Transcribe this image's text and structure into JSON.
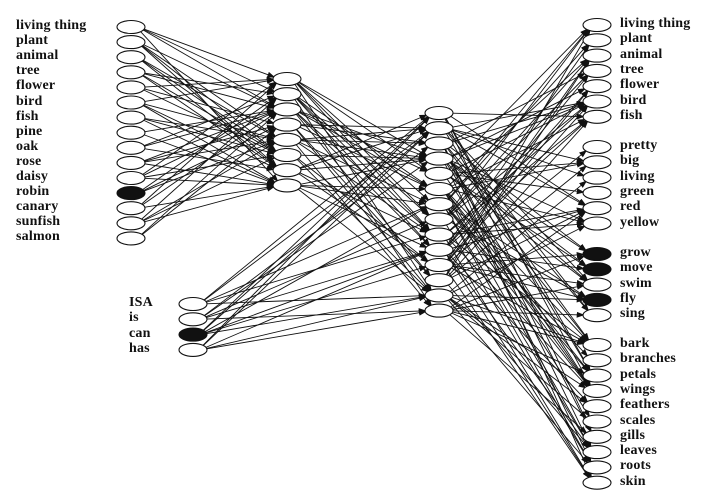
{
  "item_layer": {
    "labels": [
      "living thing",
      "plant",
      "animal",
      "tree",
      "flower",
      "bird",
      "fish",
      "pine",
      "oak",
      "rose",
      "daisy",
      "robin",
      "canary",
      "sunfish",
      "salmon"
    ],
    "active": "robin"
  },
  "relation_layer": {
    "labels": [
      "ISA",
      "is",
      "can",
      "has"
    ],
    "active": "can"
  },
  "attribute_layer": {
    "groups": [
      [
        "living thing",
        "plant",
        "animal",
        "tree",
        "flower",
        "bird",
        "fish"
      ],
      [
        "pretty",
        "big",
        "living",
        "green",
        "red",
        "yellow"
      ],
      [
        "grow",
        "move",
        "swim",
        "fly",
        "sing"
      ],
      [
        "bark",
        "branches",
        "petals",
        "wings",
        "feathers",
        "scales",
        "gills",
        "leaves",
        "roots",
        "skin"
      ]
    ],
    "active": [
      "grow",
      "move",
      "fly"
    ]
  },
  "colors": {
    "ink": "#111111",
    "active_fill": "#111111",
    "node_fill": "#ffffff"
  }
}
